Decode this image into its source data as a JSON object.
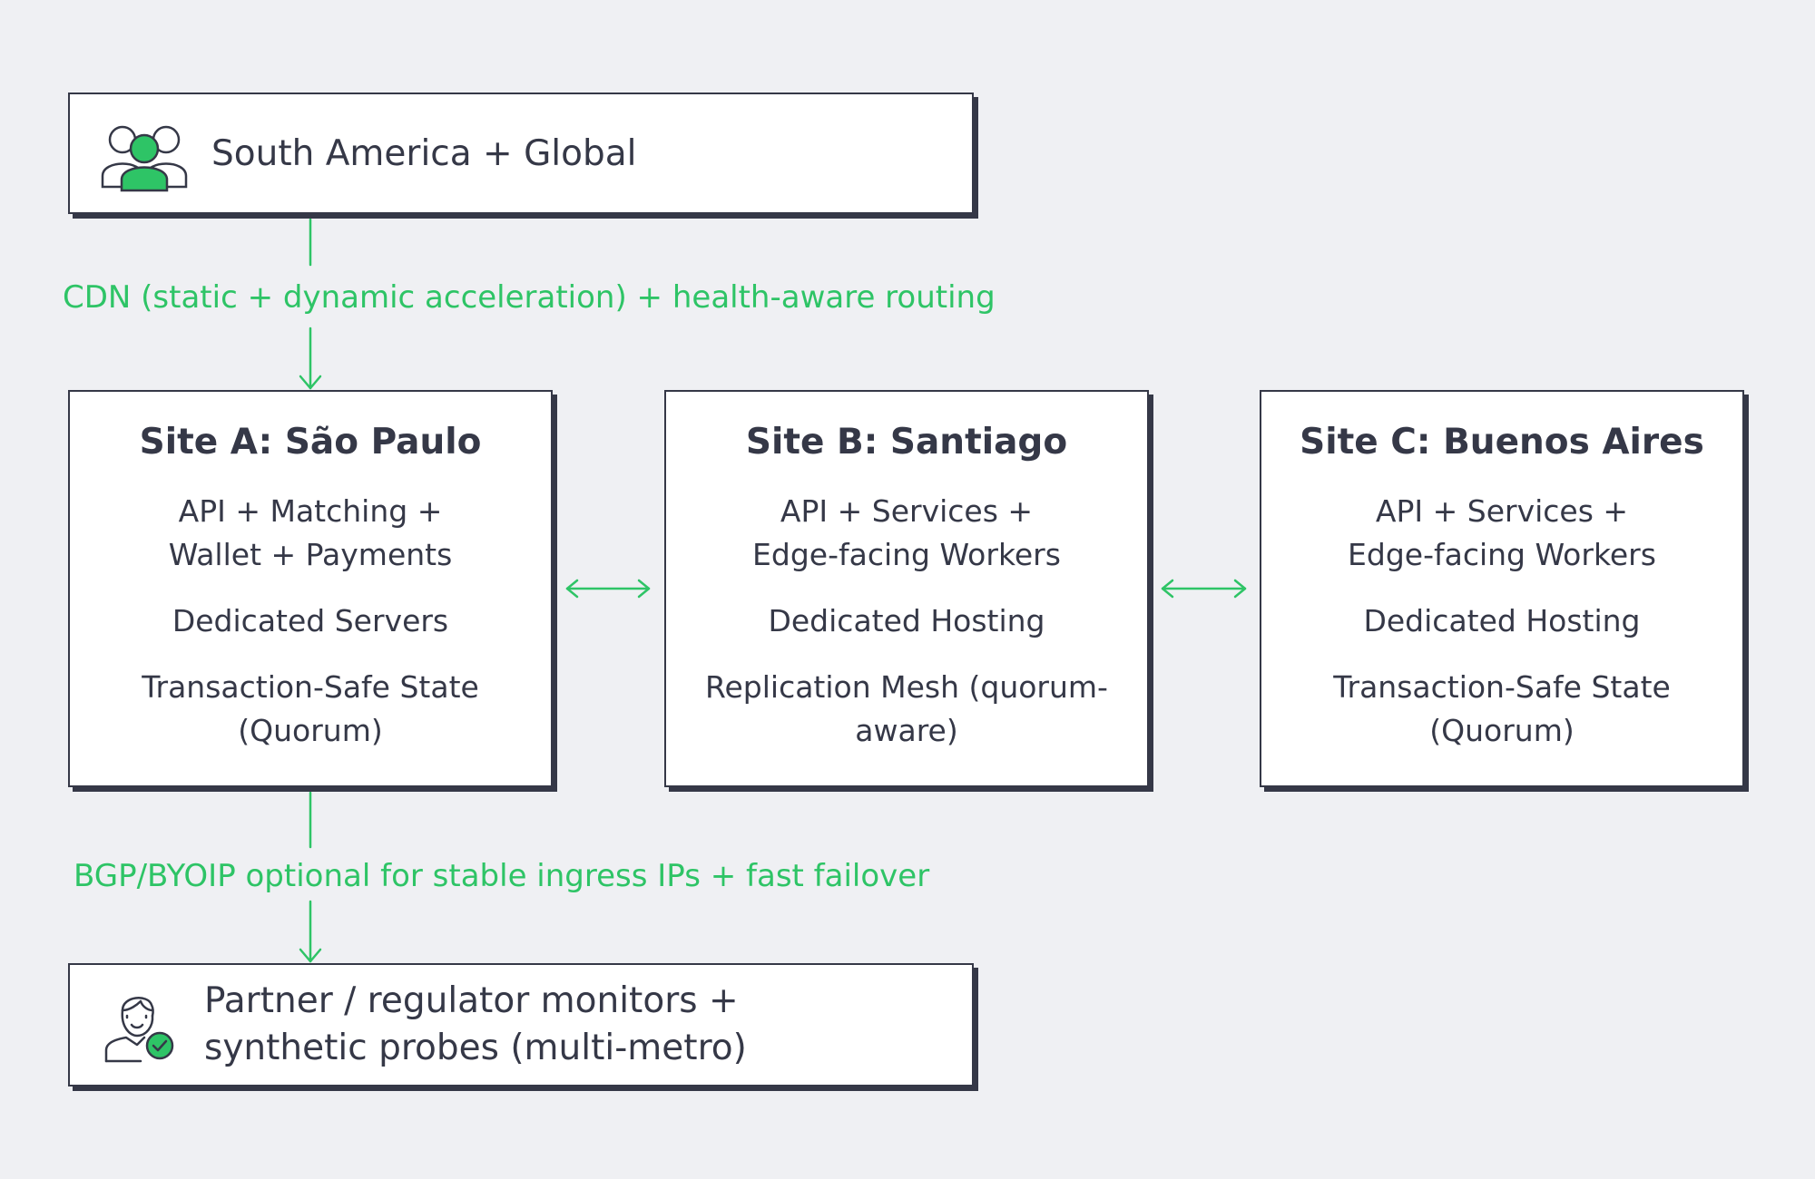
{
  "top_node": {
    "label": "South America + Global",
    "icon": "users-group-icon"
  },
  "top_connector": {
    "label": "CDN (static + dynamic acceleration) + health-aware routing"
  },
  "sites": [
    {
      "title": "Site A: São Paulo",
      "lines": [
        "API + Matching +",
        "Wallet + Payments",
        "Dedicated Servers",
        "Transaction-Safe State",
        "(Quorum)"
      ]
    },
    {
      "title": "Site B: Santiago",
      "lines": [
        "API + Services +",
        "Edge-facing Workers",
        "Dedicated Hosting",
        "Replication Mesh (quorum-",
        "aware)"
      ]
    },
    {
      "title": "Site C: Buenos Aires",
      "lines": [
        "API + Services +",
        "Edge-facing Workers",
        "Dedicated Hosting",
        "Transaction-Safe State",
        "(Quorum)"
      ]
    }
  ],
  "bottom_connector": {
    "label": "BGP/BYOIP optional for stable ingress IPs + fast failover"
  },
  "bottom_node": {
    "lines": [
      "Partner / regulator monitors +",
      "synthetic probes (multi-metro)"
    ],
    "icon": "verified-person-icon"
  },
  "colors": {
    "accent": "#2ec466",
    "ink": "#353847",
    "background": "#eff0f3",
    "box": "#ffffff"
  }
}
